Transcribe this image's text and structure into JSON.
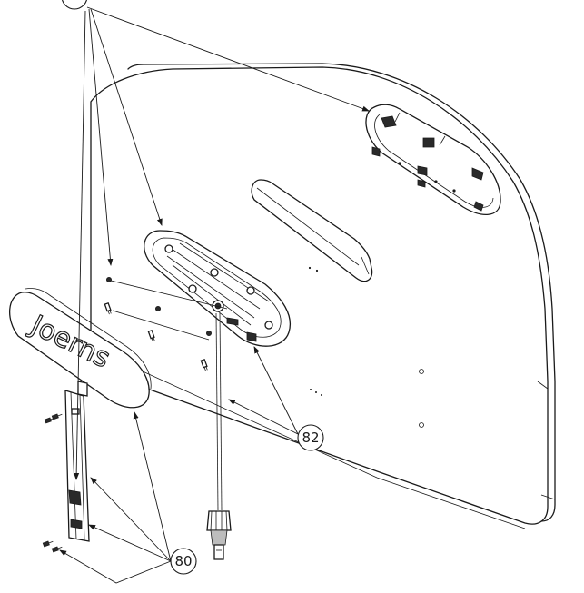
{
  "callouts": [
    {
      "id": "a",
      "label": ""
    },
    {
      "id": "b",
      "label": "82"
    },
    {
      "id": "c",
      "label": "80"
    }
  ],
  "logo": {
    "text": "Joerns"
  }
}
